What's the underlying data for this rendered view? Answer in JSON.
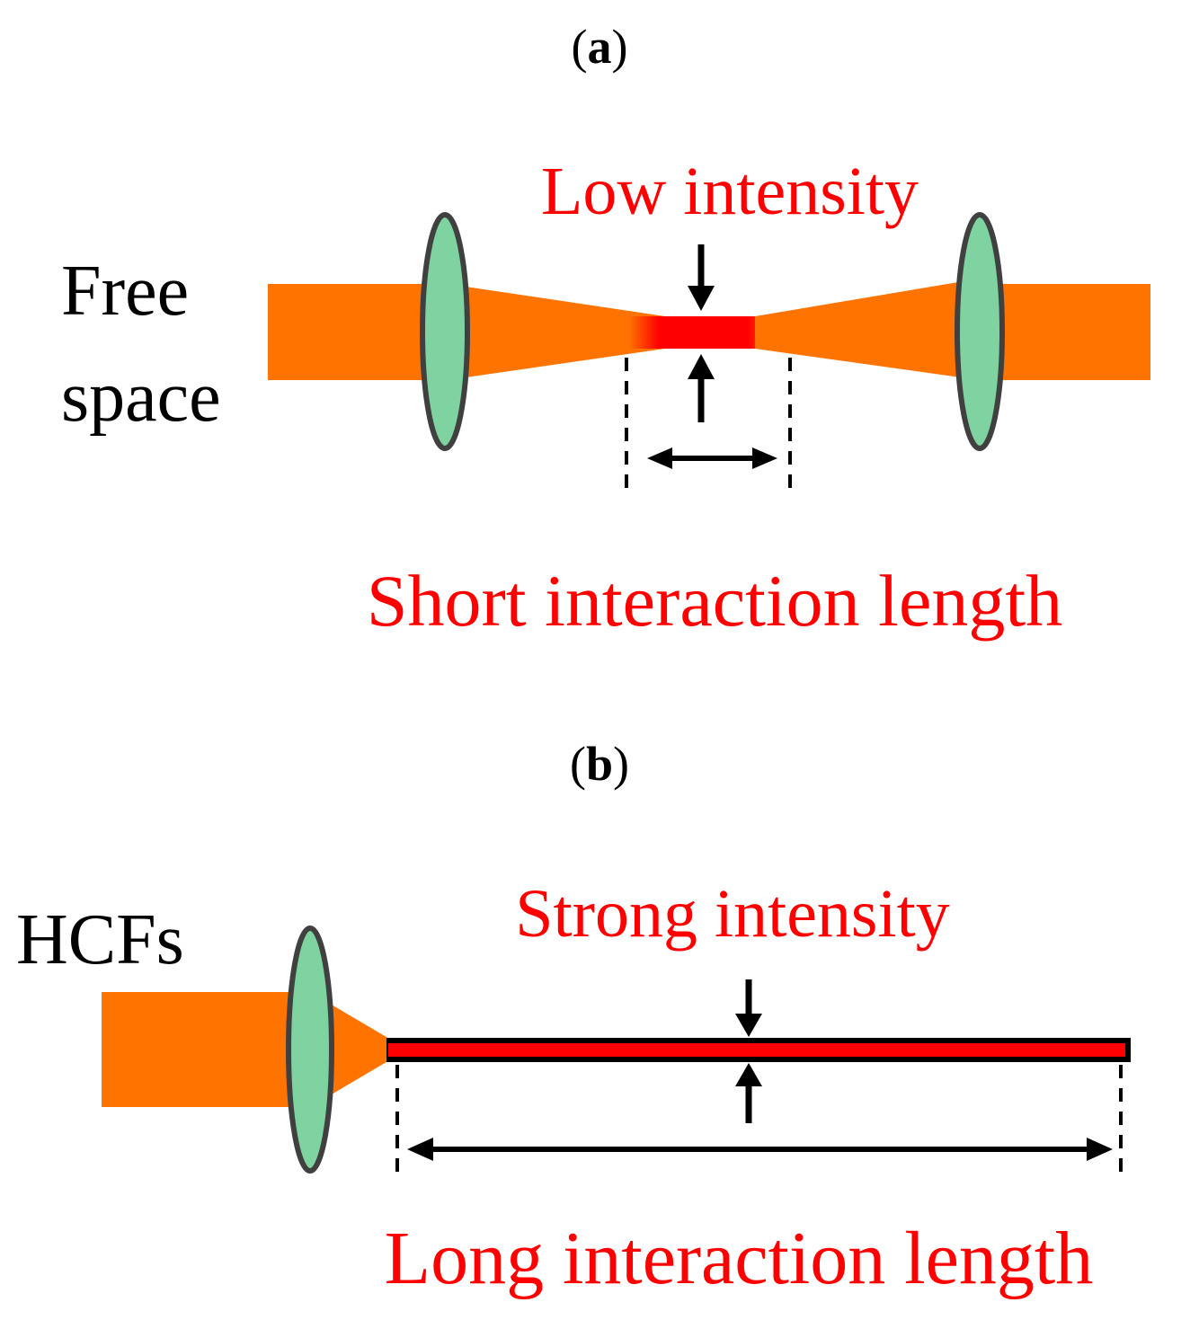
{
  "colors": {
    "beam": "#ff7300",
    "focus": "#ff0000",
    "lens_fill": "#7fd3a0",
    "lens_stroke": "#404040",
    "label_red": "#ff0000",
    "label_black": "#000000",
    "fiber": "#000000"
  },
  "panel_a": {
    "tag_open": "(",
    "tag_letter": "a",
    "tag_close": ")",
    "medium_line1": "Free",
    "medium_line2": "space",
    "intensity_label": "Low intensity",
    "length_label": "Short interaction length"
  },
  "panel_b": {
    "tag_open": "(",
    "tag_letter": "b",
    "tag_close": ")",
    "medium_label": "HCFs",
    "intensity_label": "Strong intensity",
    "length_label": "Long interaction length"
  }
}
